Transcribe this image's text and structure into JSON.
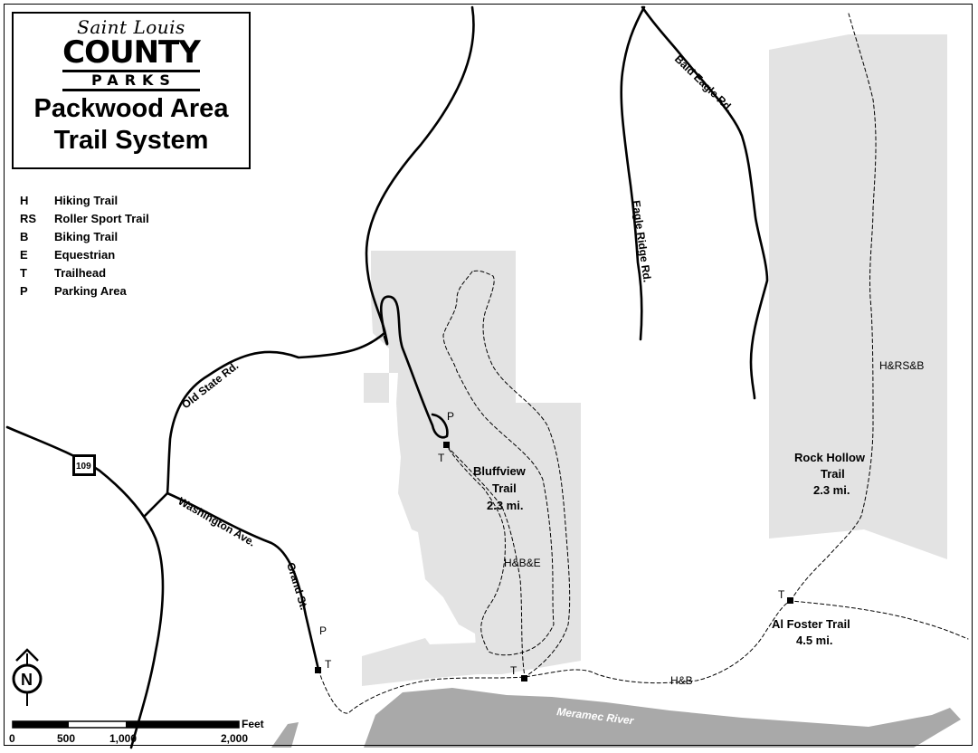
{
  "brand": {
    "script": "Saint Louis",
    "county": "COUNTY",
    "parks": "PARKS"
  },
  "title": {
    "line1": "Packwood Area",
    "line2": "Trail System"
  },
  "legend": [
    {
      "code": "H",
      "label": "Hiking Trail"
    },
    {
      "code": "RS",
      "label": "Roller Sport Trail"
    },
    {
      "code": "B",
      "label": "Biking Trail"
    },
    {
      "code": "E",
      "label": "Equestrian"
    },
    {
      "code": "T",
      "label": "Trailhead"
    },
    {
      "code": "P",
      "label": "Parking Area"
    }
  ],
  "roads": {
    "old_state": "Old State Rd.",
    "washington": "Washington Ave.",
    "grand": "Grand St.",
    "bald_eagle": "Bald Eagle Rd.",
    "eagle_ridge": "Eagle Ridge Rd.",
    "route_shield": "109"
  },
  "trails": {
    "bluffview": {
      "name": "Bluffview",
      "word": "Trail",
      "length": "2.3 mi.",
      "use": "H&B&E"
    },
    "rock_hollow": {
      "name": "Rock Hollow",
      "word": "Trail",
      "length": "2.3 mi.",
      "use": "H&RS&B"
    },
    "al_foster": {
      "name": "Al Foster Trail",
      "length": "4.5 mi.",
      "use": "H&B"
    }
  },
  "markers": {
    "trailhead": "T",
    "parking": "P"
  },
  "river": "Meramec River",
  "north": "N",
  "scale": {
    "unit": "Feet",
    "ticks": [
      "0",
      "500",
      "1,000",
      "2,000"
    ]
  },
  "colors": {
    "park_fill": "#e3e3e3",
    "river_fill": "#a9a9a9",
    "road": "#000000",
    "background": "#ffffff"
  }
}
